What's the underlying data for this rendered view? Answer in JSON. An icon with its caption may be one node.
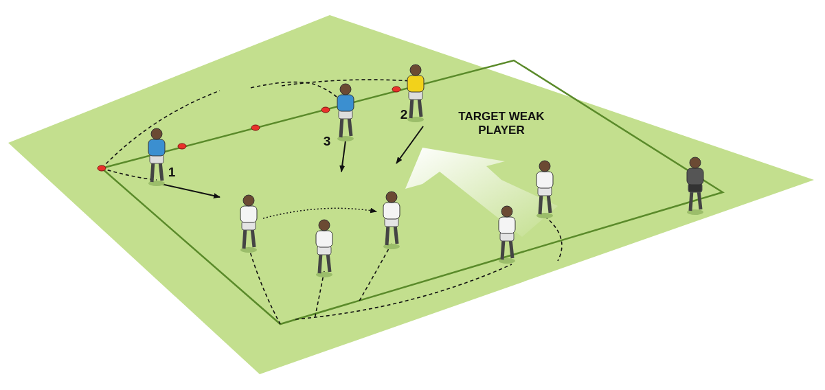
{
  "diagram": {
    "labels": [
      "TARGET WEAK PLAYER",
      "2",
      "3",
      "1"
    ]
  }
}
